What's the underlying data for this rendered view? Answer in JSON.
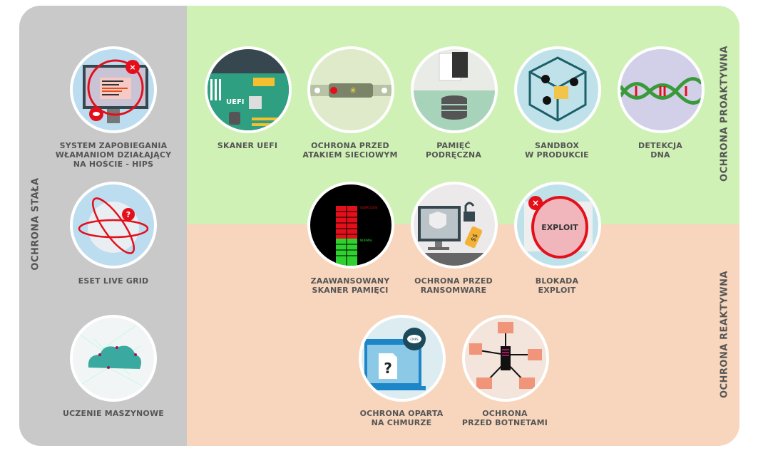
{
  "sections": {
    "constant": "OCHRONA STAŁA",
    "proactive": "OCHRONA PROAKTYWNA",
    "reactive": "OCHRONA REAKTYWNA"
  },
  "colors": {
    "constant_bg": "#c9c9c9",
    "proactive_bg": "#d0f1b5",
    "reactive_bg": "#f8d6bd",
    "text": "#555555",
    "accent_red": "#e3101b"
  },
  "items": {
    "hips": {
      "label": "SYSTEM ZAPOBIEGANIA\nWŁAMANIOM DZIAŁAJĄCY\nNA HOŚCIE - HIPS",
      "icon": "monitor-with-eye-icon"
    },
    "livegrid": {
      "label": "ESET LIVE GRID",
      "icon": "globe-orbit-icon"
    },
    "ml": {
      "label": "UCZENIE MASZYNOWE",
      "icon": "network-cloud-icon"
    },
    "uefi": {
      "label": "SKANER UEFI",
      "icon": "motherboard-icon",
      "chip_text": "UEFI"
    },
    "network": {
      "label": "OCHRONA PRZED\nATAKIEM SIECIOWYM",
      "icon": "network-tube-icon"
    },
    "cache": {
      "label": "PAMIĘĆ\nPODRĘCZNA",
      "icon": "database-icon"
    },
    "sandbox": {
      "label": "SANDBOX\nW PRODUKCIE",
      "icon": "sandbox-cube-icon"
    },
    "dna": {
      "label": "DETEKCJA\nDNA",
      "icon": "dna-icon"
    },
    "memory": {
      "label": "ZAAWANSOWANY\nSKANER PAMIĘCI",
      "icon": "memory-bars-icon",
      "top_tag": "SUSPICIOUS",
      "bottom_tag": "NORMAL"
    },
    "ransomware": {
      "label": "OCHRONA PRZED\nRANSOMWARE",
      "icon": "shield-monitor-icon",
      "tag_text": "$$"
    },
    "exploit": {
      "label": "BLOKADA\nEXPLOIT",
      "icon": "exploit-block-icon",
      "box_text": "EXPLOIT"
    },
    "cloud": {
      "label": "OCHRONA OPARTA\nNA CHMURZE",
      "icon": "cloud-laptop-icon",
      "cloud_text": "CMPS"
    },
    "botnet": {
      "label": "OCHRONA\nPRZED BOTNETAMI",
      "icon": "botnet-icon"
    }
  }
}
